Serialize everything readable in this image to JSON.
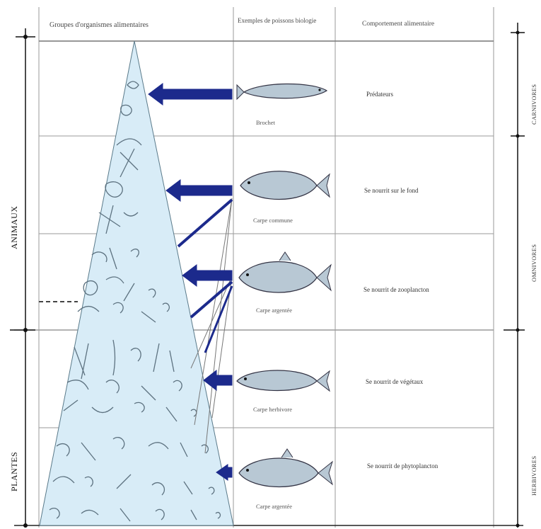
{
  "header": {
    "col1": "Groupes d'organismes alimentaires",
    "col2": "Exemples de poissons biologie",
    "col3": "Comportement alimentaire"
  },
  "left_labels": {
    "animals": "ANIMAUX",
    "plants": "PLANTES"
  },
  "right_labels": {
    "top": "CARNIVORES",
    "middle": "OMNIVORES",
    "bottom": "HERBIVORES"
  },
  "rows": [
    {
      "fish_label": "Brochet",
      "behavior": "Prédateurs"
    },
    {
      "fish_label": "Carpe commune",
      "behavior": "Se nourrit sur le fond"
    },
    {
      "fish_label": "Carpe argentée",
      "behavior": "Se nourrit de zooplancton"
    },
    {
      "fish_label": "Carpe herbivore",
      "behavior": "Se nourrit de végétaux"
    },
    {
      "fish_label": "Carpe argentée",
      "behavior": "Se nourrit de phytoplancton"
    }
  ],
  "colors": {
    "pyramid_fill": "#d8ecf7",
    "arrow": "#1c2a8c",
    "grid": "#9a9a9a",
    "fish": "#b8c8d4"
  },
  "icons": [
    "fish-icon",
    "arrow-left-icon",
    "plankton-drawing"
  ]
}
